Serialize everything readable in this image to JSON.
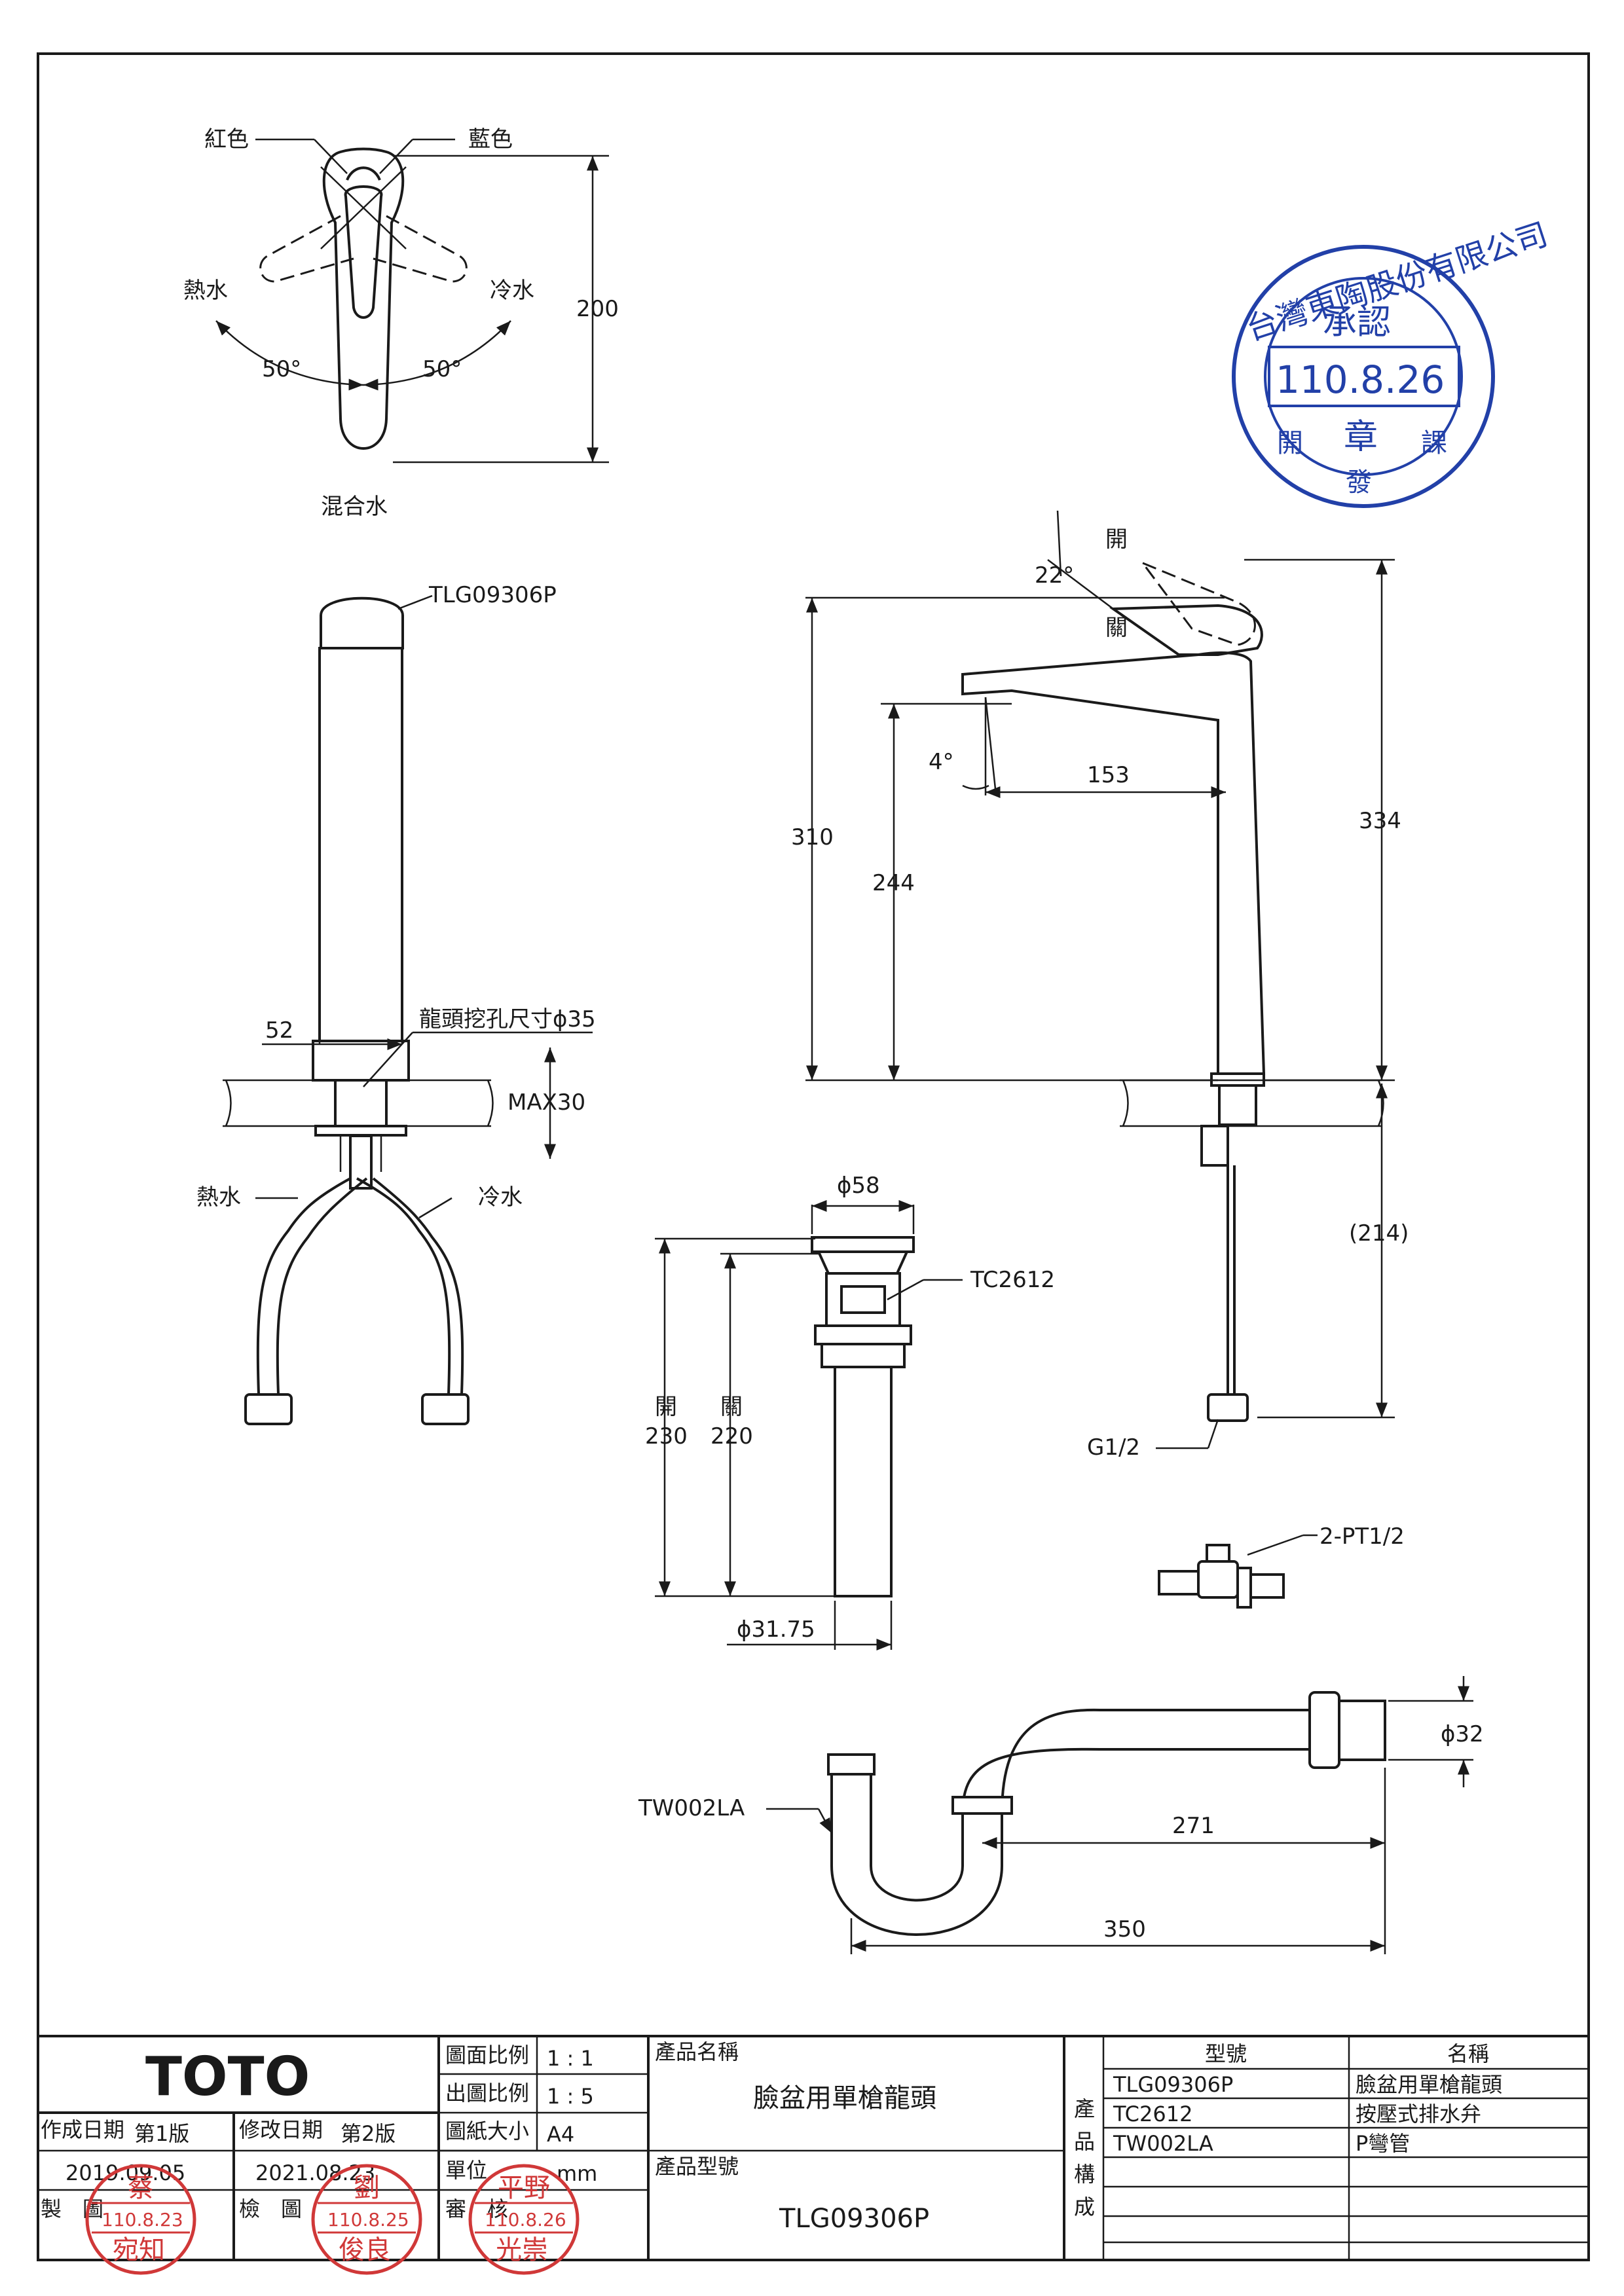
{
  "views": {
    "top": {
      "red": "紅色",
      "blue": "藍色",
      "hot": "熱水",
      "cold": "冷水",
      "angle_left": "50°",
      "angle_right": "50°",
      "height": "200",
      "mixed": "混合水"
    },
    "front": {
      "model": "TLG09306P",
      "width": "52",
      "hole": "龍頭挖孔尺寸ϕ35",
      "max": "MAX30",
      "hot": "熱水",
      "cold": "冷水"
    },
    "side": {
      "open": "開",
      "close": "關",
      "angle_handle": "22°",
      "angle_spout": "4°",
      "reach": "153",
      "height_total": "310",
      "height_spout": "244",
      "height_top": "334",
      "hose": "(214)",
      "thread": "G1/2"
    },
    "drain": {
      "dia_top": "ϕ58",
      "model": "TC2612",
      "open": "開",
      "open_len": "230",
      "close": "關",
      "close_len": "220",
      "dia_pipe": "ϕ31.75"
    },
    "valve": {
      "label": "2-PT1/2"
    },
    "trap": {
      "model": "TW002LA",
      "dia": "ϕ32",
      "len_inner": "271",
      "len_outer": "350"
    }
  },
  "approval_stamp": {
    "text_top": "台灣東陶股份有限公司",
    "approve": "承認",
    "date": "110.8.26",
    "seal": "章",
    "bottom_left": "開",
    "bottom_mid": "發",
    "bottom_right": "課"
  },
  "title_block": {
    "brand": "TOTO",
    "scale_label": "圖面比例",
    "scale_value": "1 : 1",
    "print_scale_label": "出圖比例",
    "print_scale_value": "1 : 5",
    "paper_label": "圖紙大小",
    "paper_value": "A4",
    "unit_label": "單位",
    "unit_value": "mm",
    "created_label": "作成日期",
    "created_edition": "第1版",
    "created_date": "2019.09.05",
    "revised_label": "修改日期",
    "revised_edition": "第2版",
    "revised_date": "2021.08.23",
    "made_label": "製　圖",
    "check_label": "檢　圖",
    "review_label": "審　核",
    "product_name_label": "產品名稱",
    "product_name": "臉盆用單槍龍頭",
    "product_model_label": "產品型號",
    "product_model": "TLG09306P",
    "composition_label": [
      "產",
      "品",
      "構",
      "成"
    ],
    "col_model": "型號",
    "col_name": "名稱",
    "rows": [
      {
        "model": "TLG09306P",
        "name": "臉盆用單槍龍頭"
      },
      {
        "model": "TC2612",
        "name": "按壓式排水弁"
      },
      {
        "model": "TW002LA",
        "name": "P彎管"
      }
    ]
  },
  "signature_stamps": [
    {
      "name_top": "蔡",
      "date": "110.8.23",
      "name_bottom": "宛知"
    },
    {
      "name_top": "劉",
      "date": "110.8.25",
      "name_bottom": "俊良"
    },
    {
      "name_top": "平野",
      "date": "110.8.26",
      "name_bottom": "光崇"
    }
  ]
}
